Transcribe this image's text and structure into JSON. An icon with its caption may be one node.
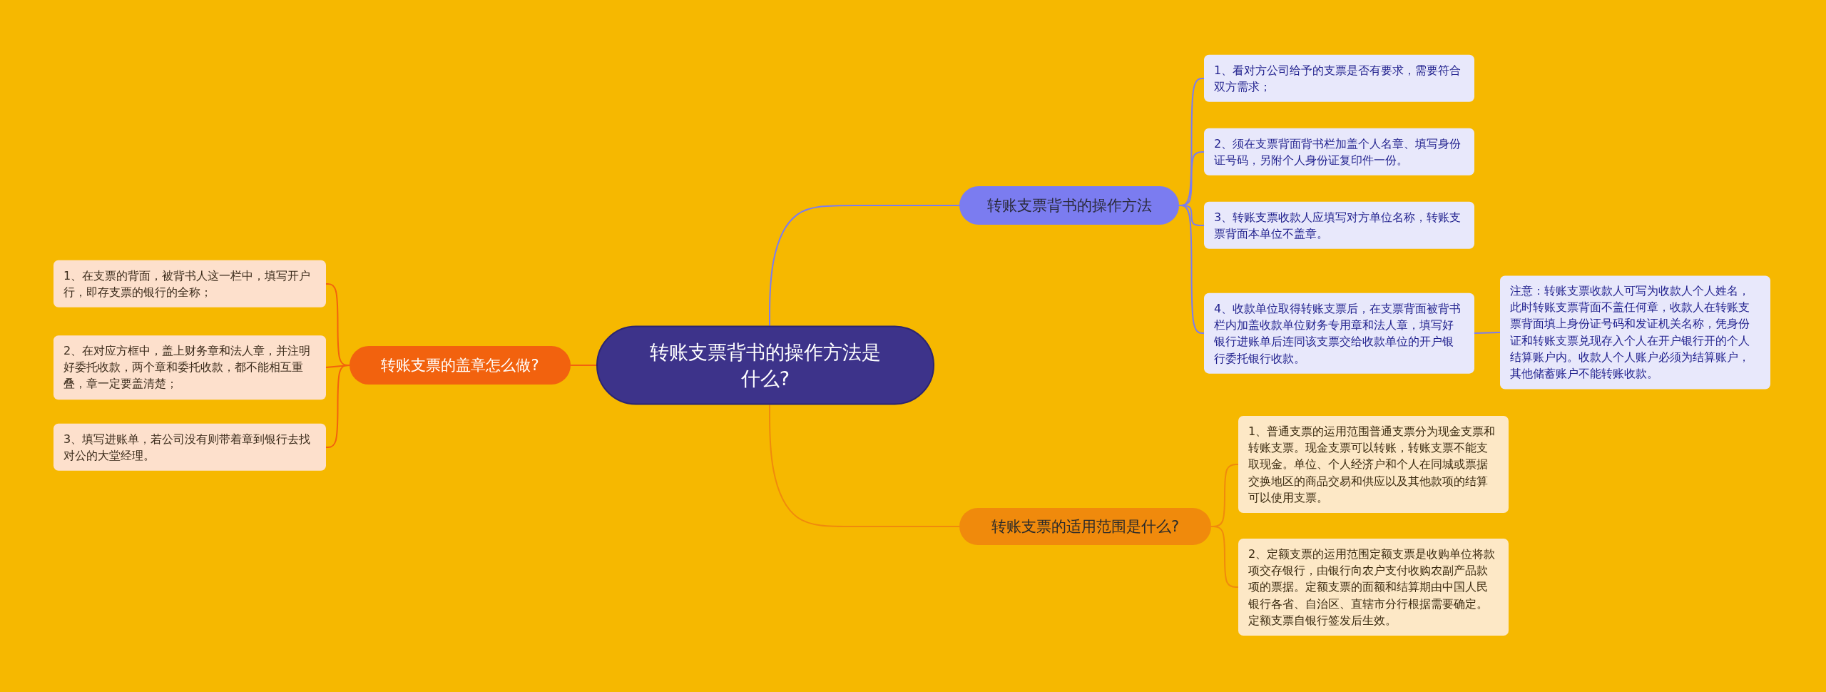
{
  "diagram": {
    "nodes": [
      {
        "text": [
          "转账支票背书的操作方法是什么?"
        ]
      },
      {
        "text": [
          "转账支票背书的操作方法"
        ]
      },
      {
        "text": [
          "1、看对方公司给予的支票是否有要求，需要符合双方需求；"
        ]
      },
      {
        "text": [
          "2、须在支票背面背书栏加盖个人名章、填写身份证号码，另附个人身份证复印件一份。"
        ]
      },
      {
        "text": [
          "3、转账支票收款人应填写对方单位名称，转账支票背面本单位不盖章。"
        ]
      },
      {
        "text": [
          "4、收款单位取得转账支票后，在支票背面被背书栏内加盖收款单位财务专用章和法人章，填写好银行进账单后连同该支票交给收款单位的开户银行委托银行收款。"
        ]
      },
      {
        "text": [
          "注意：转账支票收款人可写为收款人个人姓名，此时转账支票背面不盖任何章，收款人在转账支票背面填上身份证号码和发证机关名称，凭身份证和转账支票兑现存入个人在开户银行开的个人结算账户内。收款人个人账户必须为结算账户，其他储蓄账户不能转账收款。"
        ]
      },
      {
        "text": [
          "转账支票的适用范围是什么?"
        ]
      },
      {
        "text": [
          "1、普通支票的运用范围普通支票分为现金支票和转账支票。现金支票可以转账，转账支票不能支取现金。单位、个人经济户和个人在同城或票据交换地区的商品交易和供应以及其他款项的结算可以使用支票。"
        ]
      },
      {
        "text": [
          "2、定额支票的运用范围定额支票是收购单位将款项交存银行，由银行向农户支付收购农副产品款项的票据。定额支票的面额和结算期由中国人民银行各省、自治区、直辖市分行根据需要确定。定额支票自银行签发后生效。"
        ]
      },
      {
        "text": [
          "转账支票的盖章怎么做?"
        ]
      },
      {
        "text": [
          "1、在支票的背面，被背书人这一栏中，填写开户行，即存支票的银行的全称；"
        ]
      },
      {
        "text": [
          "2、在对应方框中，盖上财务章和法人章，并注明好委托收款，两个章和委托收款，都不能相互重叠，章一定要盖清楚；"
        ]
      },
      {
        "text": [
          "3、填写进账单，若公司没有则带着章到银行去找对公的大堂经理。"
        ]
      }
    ],
    "edges": [
      {
        "from": 0,
        "to": 1,
        "arrow": "none"
      },
      {
        "from": 1,
        "to": 2,
        "arrow": "none"
      },
      {
        "from": 1,
        "to": 3,
        "arrow": "none"
      },
      {
        "from": 1,
        "to": 4,
        "arrow": "none"
      },
      {
        "from": 1,
        "to": 5,
        "arrow": "none"
      },
      {
        "from": 5,
        "to": 6,
        "arrow": "none"
      },
      {
        "from": 0,
        "to": 7,
        "arrow": "none",
        "color": "#f08a0c"
      },
      {
        "from": 7,
        "to": 8,
        "arrow": "none",
        "color": "#f08a0c"
      },
      {
        "from": 7,
        "to": 9,
        "arrow": "none",
        "color": "#f08a0c"
      },
      {
        "from": 0,
        "to": 10,
        "arrow": "none",
        "color": "#f2620e"
      },
      {
        "from": 10,
        "to": 11,
        "arrow": "none",
        "color": "#f2620e"
      },
      {
        "from": 10,
        "to": 12,
        "arrow": "none",
        "color": "#f2620e"
      },
      {
        "from": 10,
        "to": 13,
        "arrow": "none",
        "color": "#f2620e"
      }
    ]
  }
}
